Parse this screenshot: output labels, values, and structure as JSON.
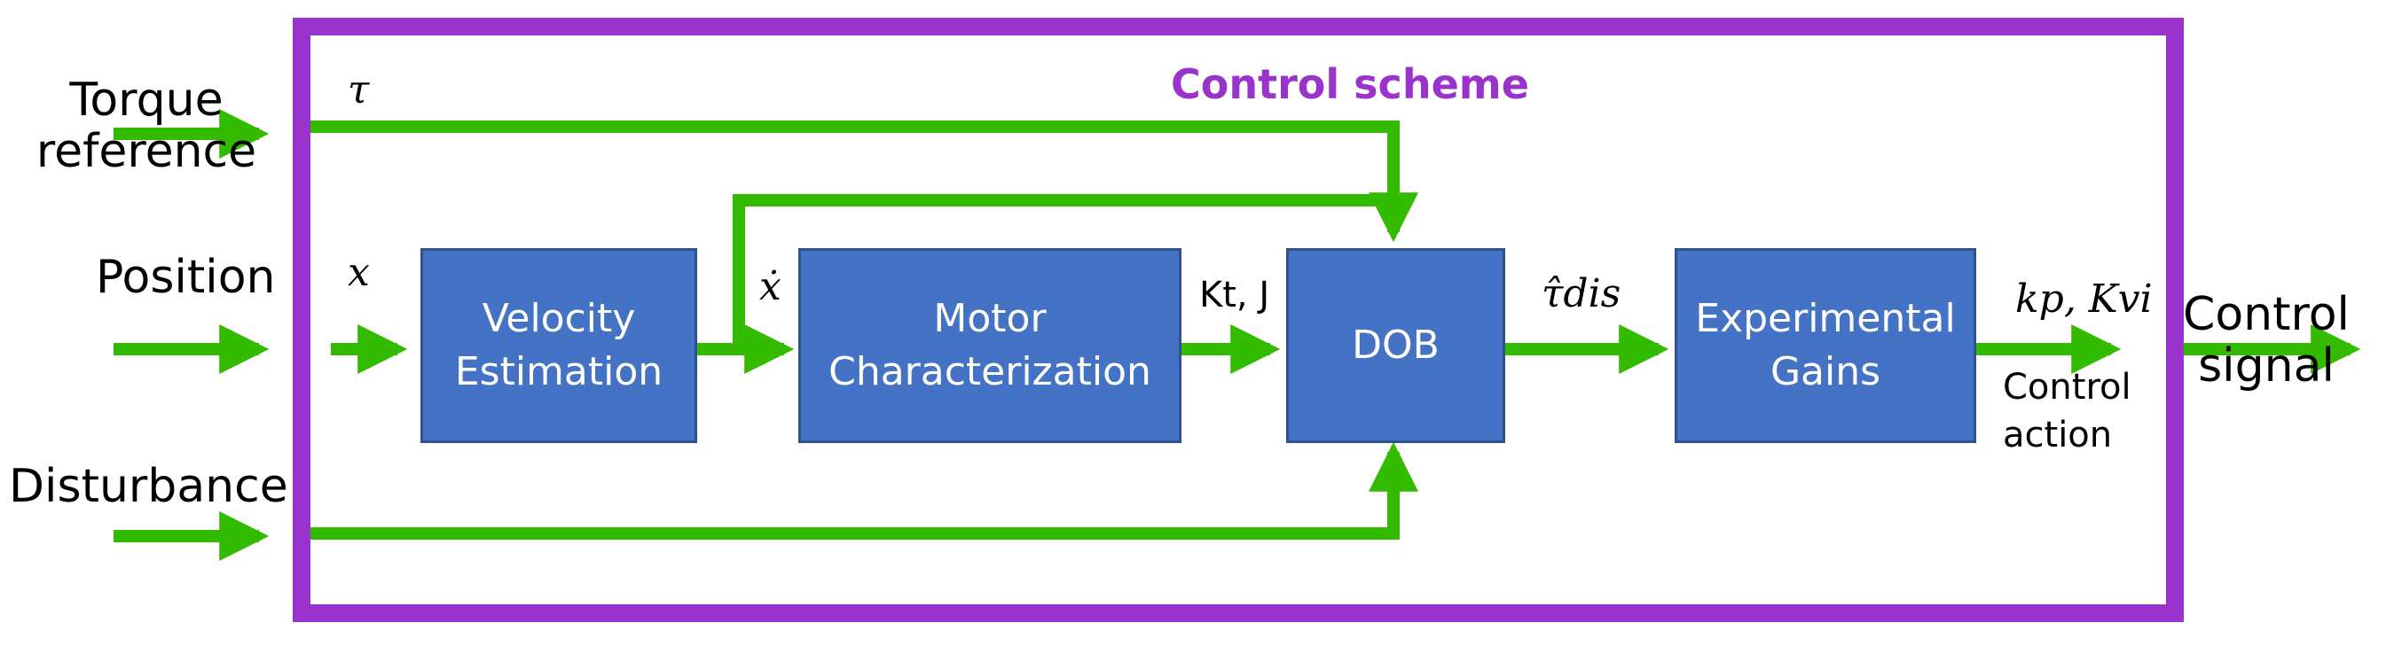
{
  "title": "Control scheme",
  "inputs": {
    "torque_reference": [
      "Torque",
      "reference"
    ],
    "position": "Position",
    "disturbance": "Disturbance"
  },
  "output": [
    "Control",
    "signal"
  ],
  "blocks": {
    "velocity_estimation": [
      "Velocity",
      "Estimation"
    ],
    "motor_characterization": [
      "Motor",
      "Characterization"
    ],
    "dob": "DOB",
    "experimental_gains": [
      "Experimental",
      "Gains"
    ]
  },
  "signals": {
    "tau": "τ",
    "x": "x",
    "x_dot": "ẋ",
    "kt_j": "Kt, J",
    "tau_hat_dis": "τ̂dis",
    "kp_kvi": "kp, Kvi",
    "control_action": [
      "Control",
      "action"
    ]
  },
  "colors": {
    "frame": "#9933cc",
    "arrow": "#33bb00",
    "block_fill": "#4472c4",
    "block_border": "#2f528f",
    "title": "#9933cc"
  }
}
